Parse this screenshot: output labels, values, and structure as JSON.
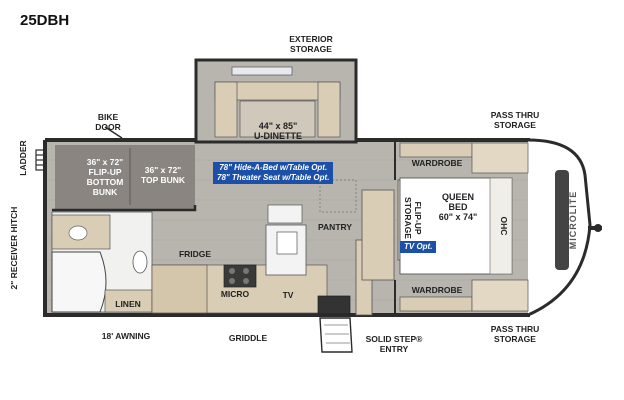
{
  "model": "25DBH",
  "labels": {
    "exterior_storage": "EXTERIOR\nSTORAGE",
    "bike_door": "BIKE\nDOOR",
    "ladder": "LADDER",
    "receiver_hitch": "2\" RECEIVER HITCH",
    "u_dinette": "44\" x 85\"\nU-DINETTE",
    "flip_up_bunk": "36\" x 72\"\nFLIP-UP\nBOTTOM\nBUNK",
    "top_bunk": "36\" x 72\"\nTOP BUNK",
    "wardrobe_top": "WARDROBE",
    "wardrobe_bottom": "WARDROBE",
    "pass_thru_top": "PASS THRU\nSTORAGE",
    "pass_thru_bottom": "PASS THRU\nSTORAGE",
    "flip_up_storage": "FLIP-UP\nSTORAGE",
    "queen_bed": "QUEEN\nBED\n60\" x 74\"",
    "ohc": "OHC",
    "pantry": "PANTRY",
    "fridge": "FRIDGE",
    "micro": "MICRO",
    "tv": "TV",
    "linen": "LINEN",
    "awning": "18' AWNING",
    "griddle": "GRIDDLE",
    "solid_step": "SOLID STEP®\nENTRY",
    "brand": "MICROLITE"
  },
  "callouts": {
    "hide_a_bed": "78\" Hide-A-Bed w/Table Opt.\n78\" Theater Seat w/Table Opt.",
    "tv_opt": "TV Opt."
  },
  "colors": {
    "floor": "#b5b2ab",
    "wall": "#2b2b2b",
    "wood": "#d9cdb6",
    "bunk": "#8a8580",
    "callout": "#1b4fa8"
  }
}
